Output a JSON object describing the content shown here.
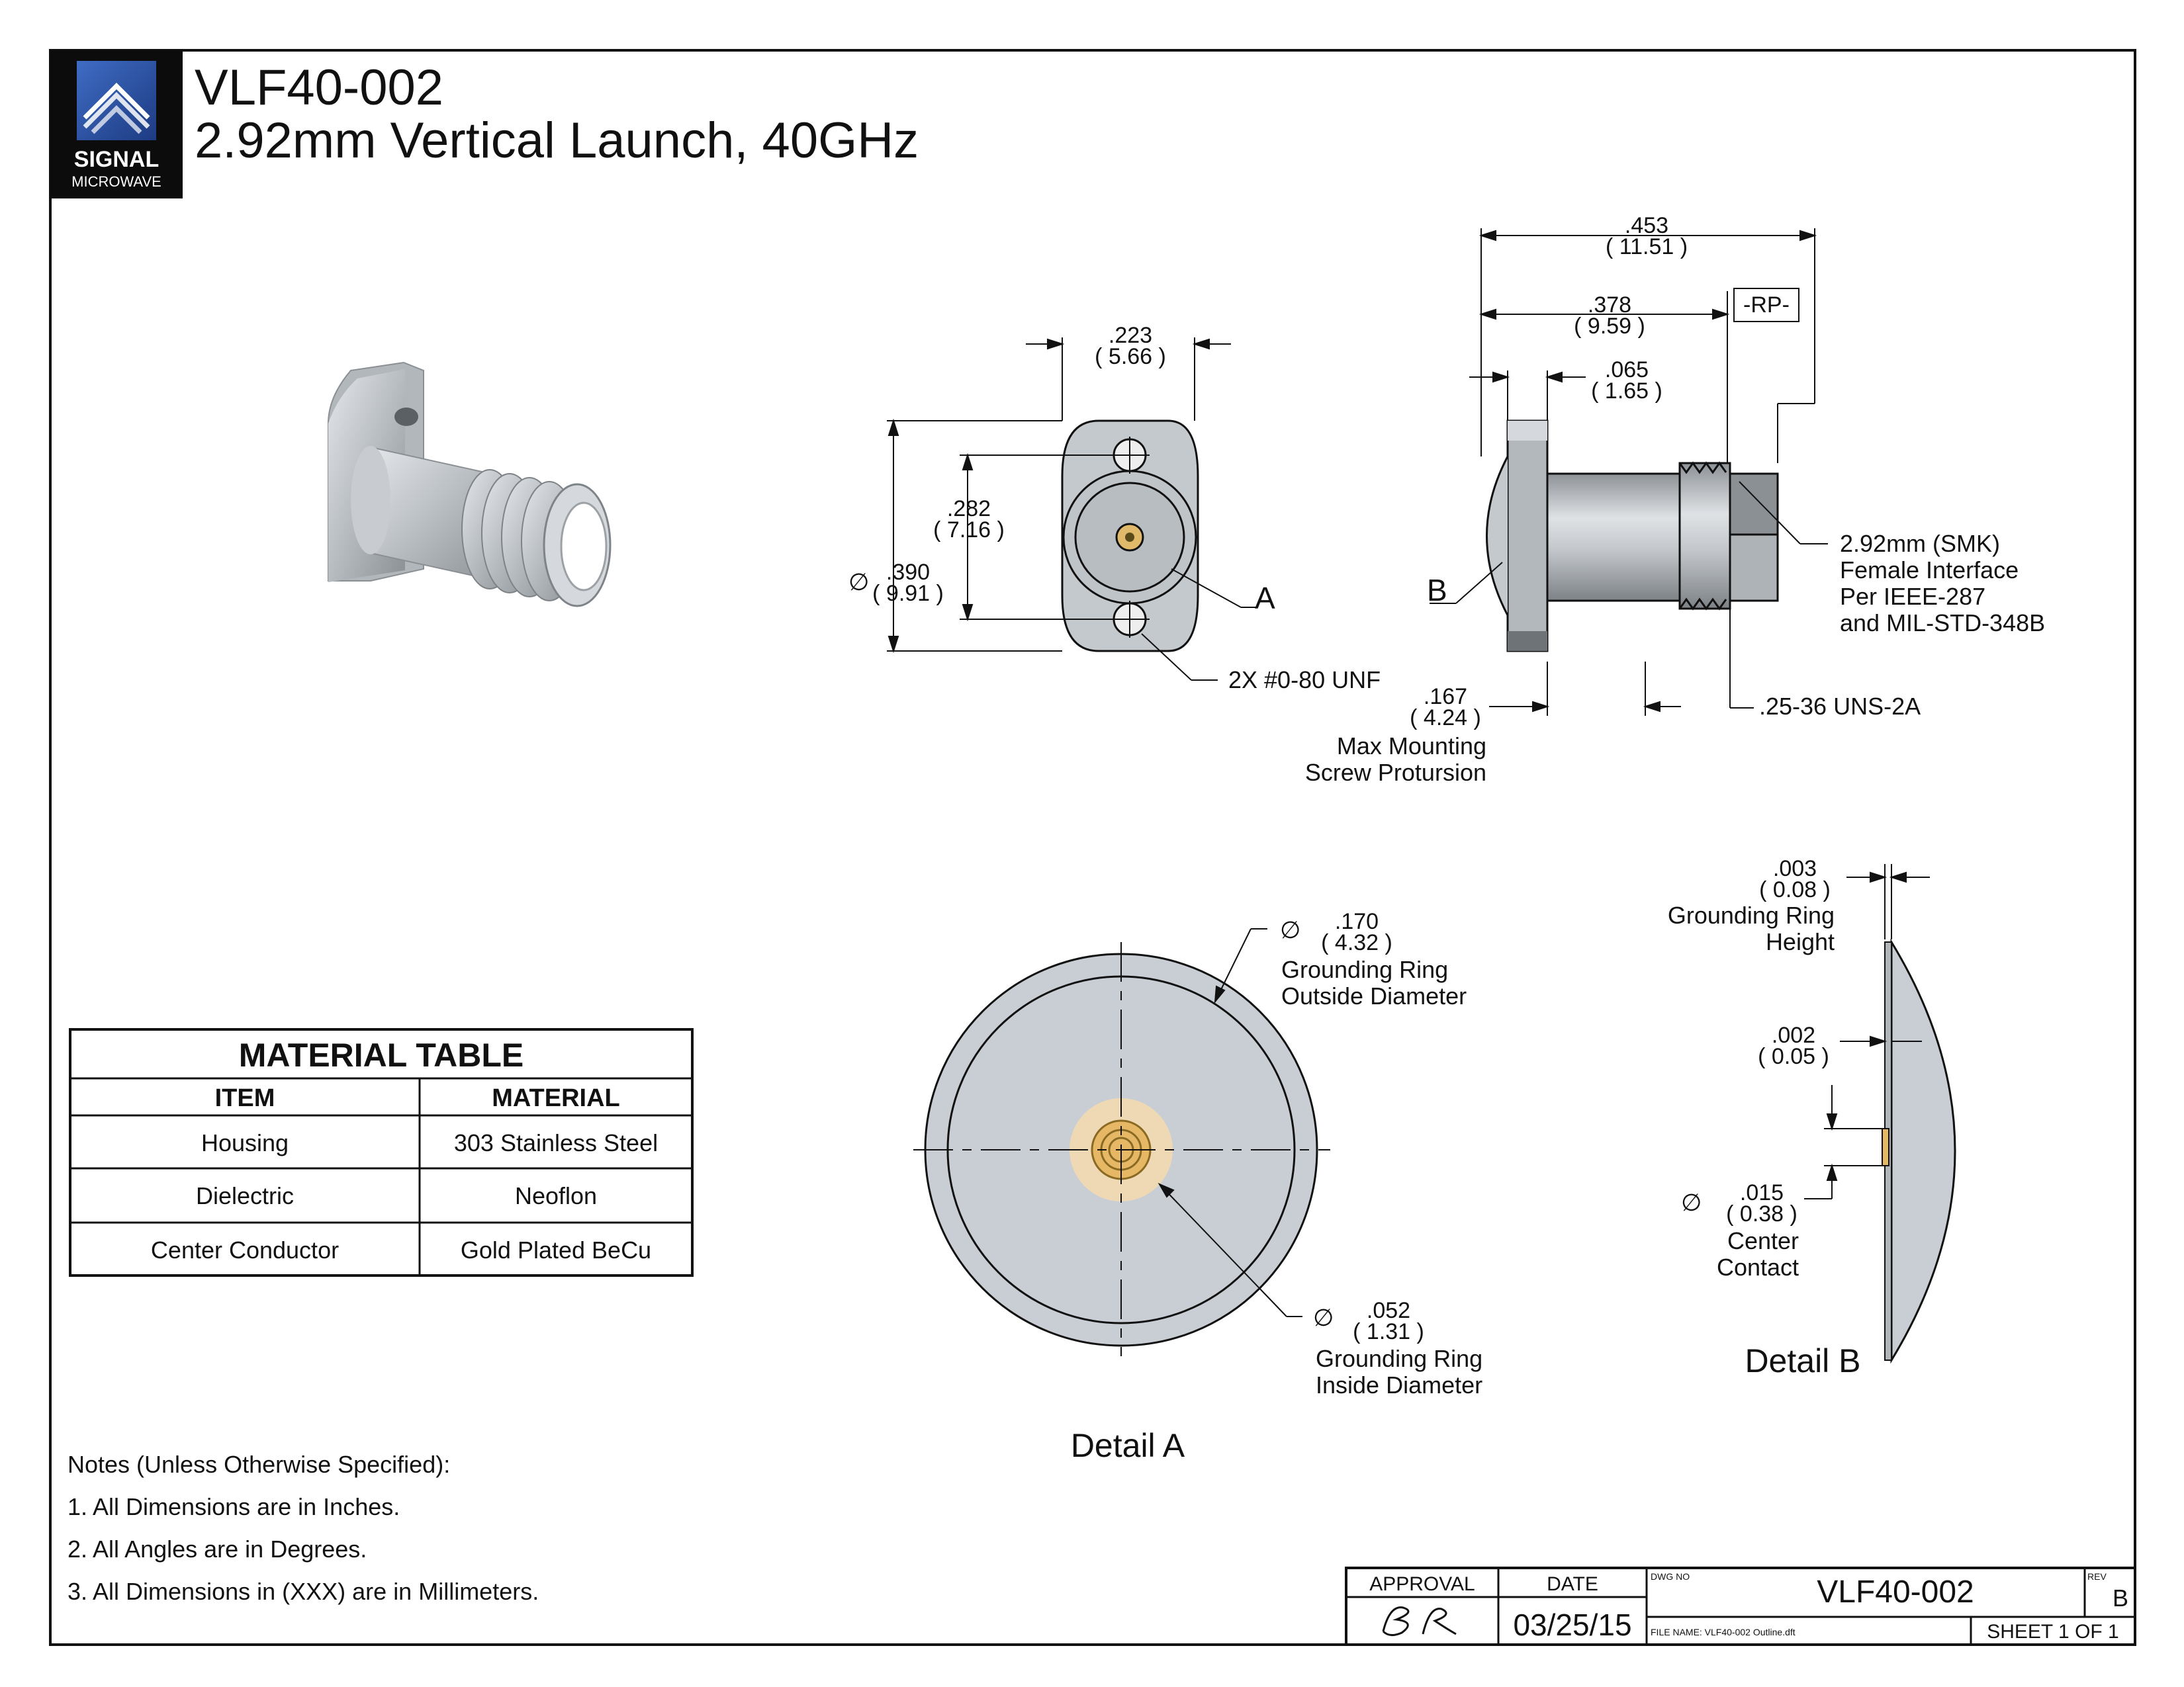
{
  "header": {
    "logo_line1": "SIGNAL",
    "logo_line2": "MICROWAVE",
    "part_number": "VLF40-002",
    "description": "2.92mm Vertical Launch, 40GHz"
  },
  "front_view": {
    "width_in": ".223",
    "width_mm": "( 5.66 )",
    "hole_spacing_in": ".282",
    "hole_spacing_mm": "( 7.16 )",
    "dia_symbol": "∅",
    "height_in": ".390",
    "height_mm": "( 9.91 )",
    "detail_callout": "A",
    "hole_note": "2X #0-80 UNF"
  },
  "side_view": {
    "overall_in": ".453",
    "overall_mm": "( 11.51 )",
    "ref_in": ".378",
    "ref_mm": "( 9.59 )",
    "datum": "-RP-",
    "flange_in": ".065",
    "flange_mm": "( 1.65 )",
    "detail_callout": "B",
    "screw_in": ".167",
    "screw_mm": "( 4.24 )",
    "screw_note_1": "Max Mounting",
    "screw_note_2": "Screw Protursion",
    "thread_note": ".25-36 UNS-2A",
    "interface_1": "2.92mm (SMK)",
    "interface_2": "Female Interface",
    "interface_3": "Per IEEE-287",
    "interface_4": "and MIL-STD-348B"
  },
  "detail_a": {
    "title": "Detail A",
    "outer_dia_in": ".170",
    "outer_dia_mm": "( 4.32 )",
    "outer_label_1": "Grounding Ring",
    "outer_label_2": "Outside Diameter",
    "inner_dia_in": ".052",
    "inner_dia_mm": "( 1.31 )",
    "inner_label_1": "Grounding Ring",
    "inner_label_2": "Inside Diameter"
  },
  "detail_b": {
    "title": "Detail B",
    "ring_h_in": ".003",
    "ring_h_mm": "( 0.08 )",
    "ring_h_label_1": "Grounding Ring",
    "ring_h_label_2": "Height",
    "step_in": ".002",
    "step_mm": "( 0.05 )",
    "contact_in": ".015",
    "contact_mm": "( 0.38 )",
    "contact_label_1": "Center",
    "contact_label_2": "Contact"
  },
  "material_table": {
    "title": "MATERIAL TABLE",
    "col_item": "ITEM",
    "col_material": "MATERIAL",
    "rows": [
      {
        "item": "Housing",
        "material": "303 Stainless Steel"
      },
      {
        "item": "Dielectric",
        "material": "Neoflon"
      },
      {
        "item": "Center Conductor",
        "material": "Gold Plated BeCu"
      }
    ]
  },
  "notes": {
    "heading": "Notes (Unless Otherwise Specified):",
    "items": [
      "1.  All Dimensions are in Inches.",
      "2.  All Angles are in Degrees.",
      "3.  All Dimensions in (XXX) are in Millimeters."
    ]
  },
  "title_block": {
    "approval_label": "APPROVAL",
    "date_label": "DATE",
    "date_value": "03/25/15",
    "dwg_no_label": "DWG NO",
    "dwg_no": "VLF40-002",
    "rev_label": "REV",
    "rev": "B",
    "file_name": "FILE NAME: VLF40-002 Outline.dft",
    "sheet": "SHEET 1 OF 1"
  },
  "colors": {
    "steel_light": "#c9cdd1",
    "steel_mid": "#a9aeb3",
    "steel_dark": "#6e7378",
    "detail_fill": "#c8ced4",
    "gold": "#e6b866",
    "tan": "#eed9b4",
    "logo_bg": "#0c0c0c",
    "logo_blue": "#2b4fa0"
  }
}
